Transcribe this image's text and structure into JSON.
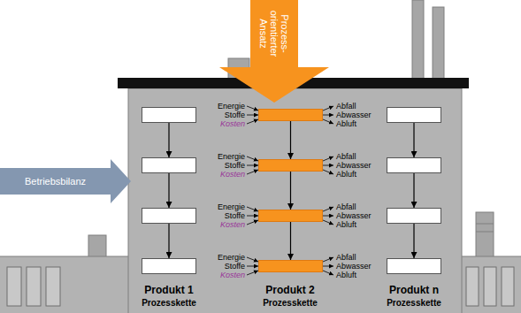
{
  "diagram": {
    "nodes": [
      {
        "text": [
          "Prozess- orientierter Ansatz"
        ]
      },
      {
        "text": [
          "Betriebsbilanz"
        ]
      },
      {
        "text": []
      },
      {
        "text": []
      },
      {
        "text": []
      },
      {
        "text": []
      },
      {
        "text": []
      },
      {
        "text": []
      },
      {
        "text": []
      },
      {
        "text": []
      },
      {
        "text": []
      },
      {
        "text": []
      },
      {
        "text": []
      },
      {
        "text": []
      }
    ],
    "edges": [
      {
        "from": 2,
        "to": 3,
        "arrow": "to"
      },
      {
        "from": 3,
        "to": 4,
        "arrow": "to"
      },
      {
        "from": 4,
        "to": 5,
        "arrow": "to"
      },
      {
        "from": 6,
        "to": 7,
        "arrow": "to"
      },
      {
        "from": 7,
        "to": 8,
        "arrow": "to"
      },
      {
        "from": 8,
        "to": 9,
        "arrow": "to"
      },
      {
        "from": 10,
        "to": 11,
        "arrow": "to"
      },
      {
        "from": 11,
        "to": 12,
        "arrow": "to"
      },
      {
        "from": 12,
        "to": 13,
        "arrow": "to"
      }
    ],
    "labels": [
      "Energie",
      "Stoffe",
      "Kosten",
      "Abfall",
      "Abwasser",
      "Abluft",
      "Energie",
      "Stoffe",
      "Kosten",
      "Abfall",
      "Abwasser",
      "Abluft",
      "Energie",
      "Stoffe",
      "Kosten",
      "Abfall",
      "Abwasser",
      "Abluft",
      "Energie",
      "Stoffe",
      "Kosten",
      "Abfall",
      "Abwasser",
      "Abluft",
      "Produkt 1",
      "Prozesskette",
      "Produkt 2",
      "Prozesskette",
      "Produkt n",
      "Prozesskette"
    ]
  }
}
